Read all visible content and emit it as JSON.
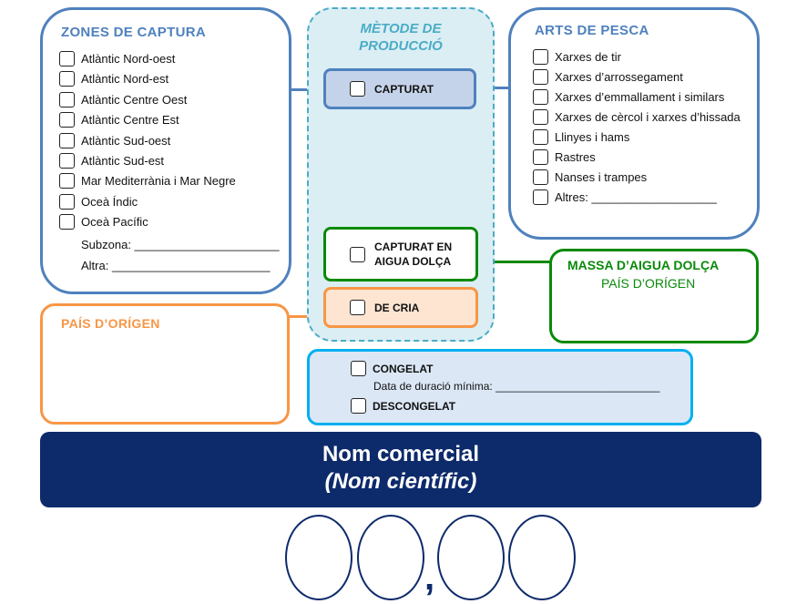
{
  "zones_de_captura": {
    "title": "ZONES DE CAPTURA",
    "items": [
      "Atlàntic Nord-oest",
      "Atlàntic Nord-est",
      "Atlàntic Centre Oest",
      "Atlàntic Centre Est",
      "Atlàntic Sud-oest",
      "Atlàntic Sud-est",
      "Mar Mediterrània i Mar Negre",
      "Oceà Índic",
      "Oceà Pacífic"
    ],
    "subzona_label": "Subzona: ______________________",
    "altra_label": "Altra: ________________________"
  },
  "metode_produccio": {
    "title_line1": "MÈTODE DE",
    "title_line2": "PRODUCCIÓ",
    "capturat": "CAPTURAT",
    "capturat_aigua_line1": "CAPTURAT EN",
    "capturat_aigua_line2": "AIGUA DOLÇA",
    "de_cria": "DE CRIA"
  },
  "arts_de_pesca": {
    "title": "ARTS DE PESCA",
    "items": [
      "Xarxes de tir",
      "Xarxes d’arrossegament",
      "Xarxes d’emmallament i similars",
      "Xarxes de cèrcol i xarxes d’hissada",
      "Llinyes i hams",
      "Rastres",
      "Nanses i trampes",
      "Altres: ___________________"
    ]
  },
  "massa_aigua": {
    "title": "MASSA D’AIGUA DOLÇA",
    "subtitle": "PAÍS D’ORÍGEN"
  },
  "pais_origen": {
    "title": "PAÍS D’ORÍGEN"
  },
  "conservacio": {
    "congelat": "CONGELAT",
    "data_duracio": "Data de duració mínima: ___________________________",
    "descongelat": "DESCONGELAT"
  },
  "banner": {
    "nom_comercial": "Nom comercial",
    "nom_cientific": "(Nom científic)"
  },
  "price": {
    "comma": ","
  },
  "colors": {
    "blue": "#4f81bd",
    "green": "#0a8a0a",
    "orange": "#f79646",
    "cyan": "#00b0f0",
    "navy": "#0d2a6b",
    "capturat_fill": "#c5d3ea",
    "cria_fill": "#fde5d2"
  }
}
